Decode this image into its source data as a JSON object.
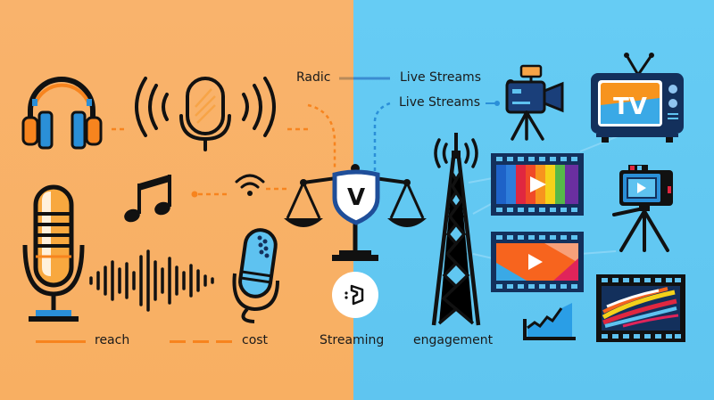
{
  "colors": {
    "left_bg": "#F9B36C",
    "right_bg": "#62C8F2",
    "accent_orange": "#F7841E",
    "accent_blue": "#2A8FD8",
    "dark_navy": "#13305C",
    "ink": "#111111"
  },
  "labels": {
    "radio": "Radic",
    "live_streams_1": "Live Streams",
    "live_streams_2": "Live Streams",
    "streaming": "Streaming",
    "engagement": "engagement"
  },
  "legend": {
    "items": [
      {
        "label": "reach",
        "style": "solid",
        "color": "#F7841E"
      },
      {
        "label": "cost",
        "style": "dashed",
        "color": "#F7841E"
      }
    ]
  },
  "badges": {
    "shield_letter": "V",
    "tv_text": "TV"
  },
  "icons": [
    "headphones-icon",
    "broadcast-microphone-icon",
    "studio-microphone-icon",
    "music-note-icon",
    "wifi-icon",
    "sound-wave-icon",
    "podcast-microphone-icon",
    "balance-scale-icon",
    "shield-icon",
    "streaming-logo-icon",
    "radio-tower-icon",
    "video-camera-icon",
    "television-icon",
    "film-strip-rainbow-icon",
    "film-strip-play-icon",
    "camera-tripod-icon",
    "growth-chart-icon",
    "film-strip-abstract-icon"
  ]
}
